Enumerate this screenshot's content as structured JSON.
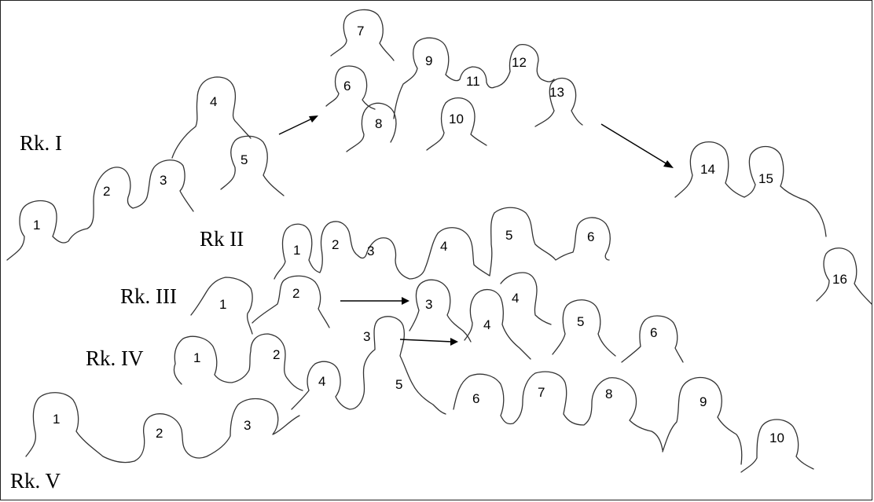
{
  "rows": [
    {
      "label": "Rk. I",
      "people": [
        "1",
        "2",
        "3",
        "4",
        "5",
        "6",
        "7",
        "8",
        "9",
        "10",
        "11",
        "12",
        "13",
        "14",
        "15",
        "16"
      ]
    },
    {
      "label": "Rk II",
      "people": [
        "1",
        "2",
        "3",
        "4",
        "5",
        "6"
      ]
    },
    {
      "label": "Rk. III",
      "people": [
        "1",
        "2",
        "3",
        "4"
      ]
    },
    {
      "label": "Rk. IV",
      "people": [
        "1",
        "2",
        "3",
        "4",
        "5",
        "6",
        "7",
        "8",
        "9",
        "10"
      ]
    },
    {
      "label": "Rk. V",
      "people": [
        "1",
        "2",
        "3"
      ]
    }
  ],
  "extra_labels": {
    "row3_upper_4": "4",
    "row3_5": "5",
    "row3_6": "6"
  },
  "colors": {
    "line": "#333333",
    "text": "#000000",
    "background": "#ffffff"
  }
}
